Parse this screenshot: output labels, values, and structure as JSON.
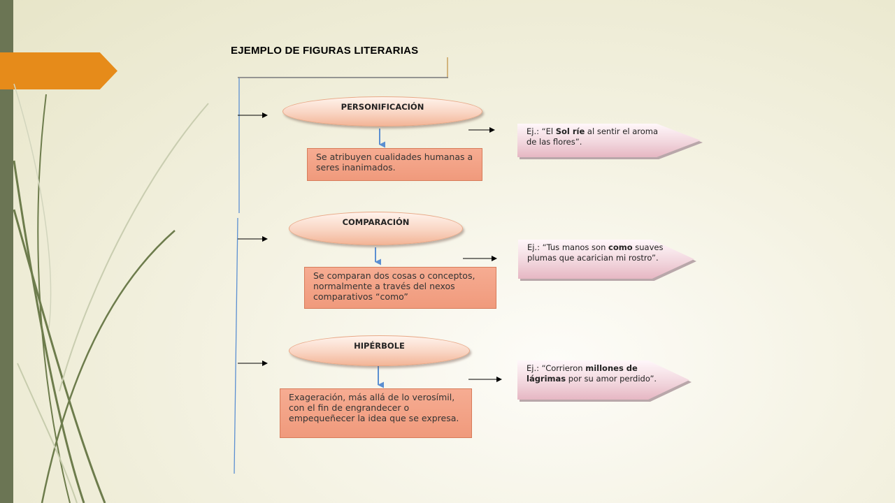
{
  "title": "EJEMPLO DE FIGURAS LITERARIAS",
  "figures": [
    {
      "name": "PERSONIFICACIÓN",
      "definition": "Se atribuyen cualidades humanas a seres inanimados.",
      "example_parts": [
        "Ej.: “El ",
        "Sol ríe",
        " al sentir el aroma de las flores”."
      ]
    },
    {
      "name": "COMPARACIÓN",
      "definition": "Se comparan dos cosas o conceptos, normalmente a través del nexos comparativos “como”",
      "example_parts": [
        "Ej.: “Tus manos son ",
        "como",
        " suaves plumas que acarician mi rostro”."
      ]
    },
    {
      "name": "HIPÉRBOLE",
      "definition": "Exageración, más allá de lo verosímil, con el fin de engrandecer o empequeñecer la idea que se expresa.",
      "example_parts": [
        "Ej.: “Corrieron ",
        "millones de lágrimas",
        " por su amor perdido”."
      ]
    }
  ],
  "colors": {
    "accent_orange": "#e68b1a",
    "sidebar_green": "#6b7554",
    "definition_box": "#f4a487",
    "connector_blue": "#5b8fd1"
  }
}
